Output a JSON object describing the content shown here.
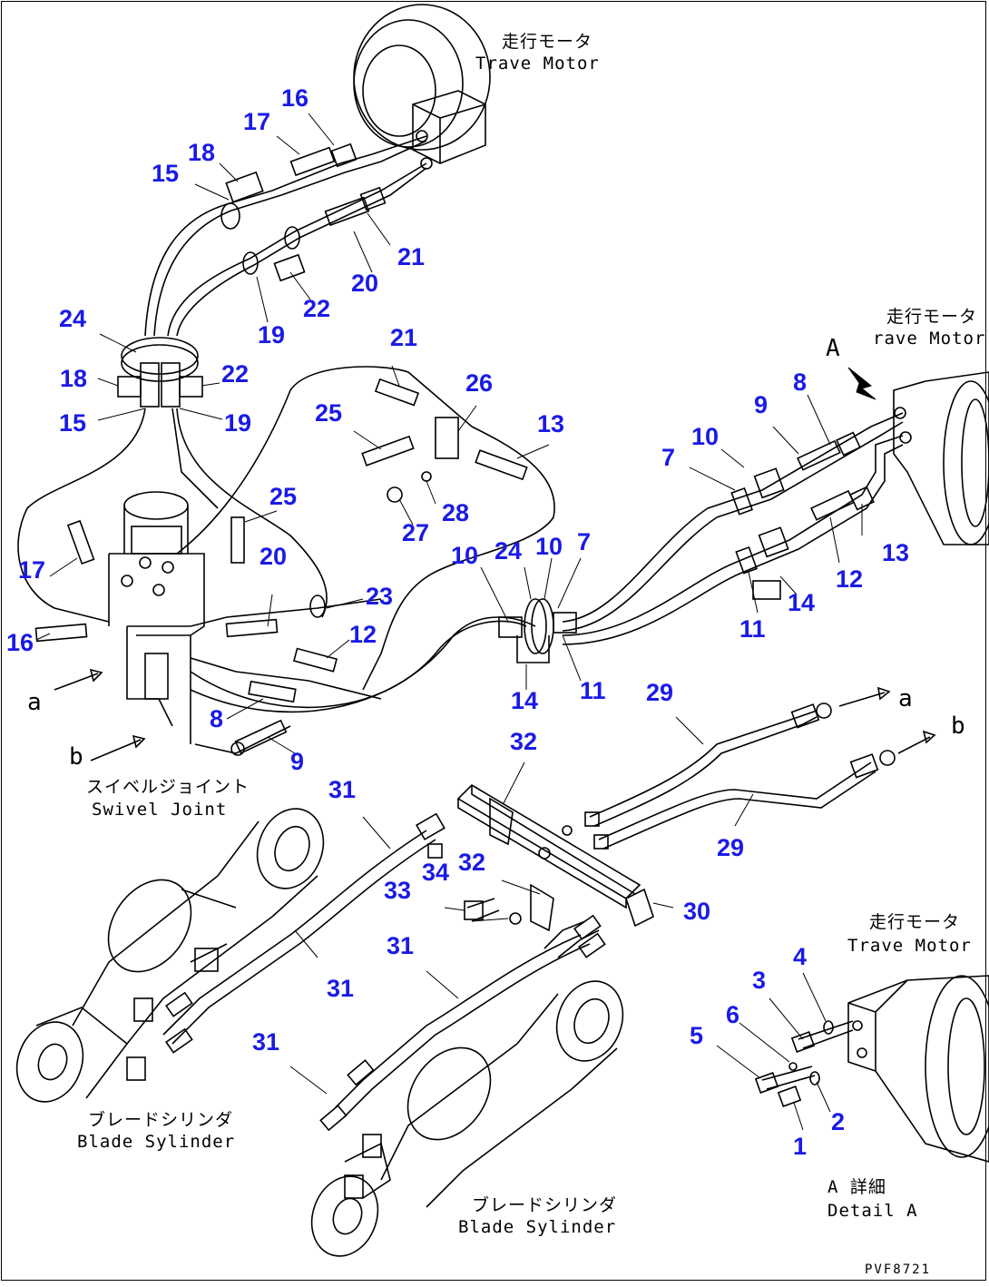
{
  "diagram": {
    "drawing_code": "PVF8721",
    "part_numbers": [
      {
        "id": "n16a",
        "text": "16"
      },
      {
        "id": "n17a",
        "text": "17"
      },
      {
        "id": "n18a",
        "text": "18"
      },
      {
        "id": "n15a",
        "text": "15"
      },
      {
        "id": "n21a",
        "text": "21"
      },
      {
        "id": "n20a",
        "text": "20"
      },
      {
        "id": "n22a",
        "text": "22"
      },
      {
        "id": "n19a",
        "text": "19"
      },
      {
        "id": "n24a",
        "text": "24"
      },
      {
        "id": "n18b",
        "text": "18"
      },
      {
        "id": "n22b",
        "text": "22"
      },
      {
        "id": "n15b",
        "text": "15"
      },
      {
        "id": "n19b",
        "text": "19"
      },
      {
        "id": "n21b",
        "text": "21"
      },
      {
        "id": "n26",
        "text": "26"
      },
      {
        "id": "n25a",
        "text": "25"
      },
      {
        "id": "n13a",
        "text": "13"
      },
      {
        "id": "n28",
        "text": "28"
      },
      {
        "id": "n27",
        "text": "27"
      },
      {
        "id": "n25b",
        "text": "25"
      },
      {
        "id": "n17b",
        "text": "17"
      },
      {
        "id": "n20b",
        "text": "20"
      },
      {
        "id": "n16b",
        "text": "16"
      },
      {
        "id": "n23",
        "text": "23"
      },
      {
        "id": "n12a",
        "text": "12"
      },
      {
        "id": "n8a",
        "text": "8"
      },
      {
        "id": "n9a",
        "text": "9"
      },
      {
        "id": "n10a",
        "text": "10"
      },
      {
        "id": "n24b",
        "text": "24"
      },
      {
        "id": "n10b",
        "text": "10"
      },
      {
        "id": "n7a",
        "text": "7"
      },
      {
        "id": "n14a",
        "text": "14"
      },
      {
        "id": "n11a",
        "text": "11"
      },
      {
        "id": "n9b",
        "text": "9"
      },
      {
        "id": "n8b",
        "text": "8"
      },
      {
        "id": "n10c",
        "text": "10"
      },
      {
        "id": "n7b",
        "text": "7"
      },
      {
        "id": "n13b",
        "text": "13"
      },
      {
        "id": "n12b",
        "text": "12"
      },
      {
        "id": "n14b",
        "text": "14"
      },
      {
        "id": "n11b",
        "text": "11"
      },
      {
        "id": "n29a",
        "text": "29"
      },
      {
        "id": "n32a",
        "text": "32"
      },
      {
        "id": "n31a",
        "text": "31"
      },
      {
        "id": "n29b",
        "text": "29"
      },
      {
        "id": "n34",
        "text": "34"
      },
      {
        "id": "n32b",
        "text": "32"
      },
      {
        "id": "n33",
        "text": "33"
      },
      {
        "id": "n30",
        "text": "30"
      },
      {
        "id": "n31b",
        "text": "31"
      },
      {
        "id": "n31c",
        "text": "31"
      },
      {
        "id": "n31d",
        "text": "31"
      },
      {
        "id": "n4",
        "text": "4"
      },
      {
        "id": "n3",
        "text": "3"
      },
      {
        "id": "n6",
        "text": "6"
      },
      {
        "id": "n5",
        "text": "5"
      },
      {
        "id": "n2",
        "text": "2"
      },
      {
        "id": "n1",
        "text": "1"
      }
    ],
    "captions": {
      "travel_motor_top_jp": "走行モータ",
      "travel_motor_top_en": "Trave  Motor",
      "travel_motor_right_jp": "走行モータ",
      "travel_motor_right_en": "rave  Motor",
      "swivel_joint_jp": "スイベルジョイント",
      "swivel_joint_en": "Swivel Joint",
      "blade_cylinder_left_jp": "ブレードシリンダ",
      "blade_cylinder_left_en": "Blade Sylinder",
      "blade_cylinder_bottom_jp": "ブレードシリンダ",
      "blade_cylinder_bottom_en": "Blade Sylinder",
      "travel_motor_detail_jp": "走行モータ",
      "travel_motor_detail_en": "Trave  Motor",
      "detail_a_jp": "A 詳細",
      "detail_a_en": "Detail A"
    },
    "reference_marks": {
      "view_a": "A",
      "a_left": "a",
      "b_left": "b",
      "a_right": "a",
      "b_right": "b"
    }
  }
}
